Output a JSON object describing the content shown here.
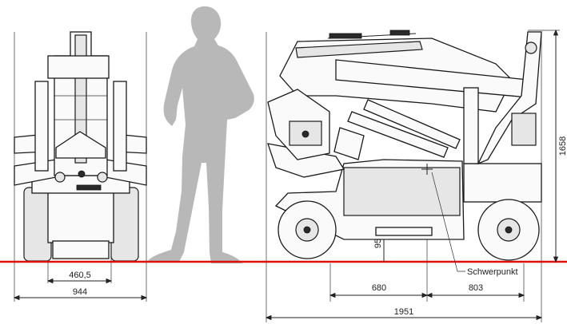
{
  "dimensions": {
    "front_track": "460,5",
    "front_width": "944",
    "cog_front": "680",
    "cog_rear": "803",
    "length": "1951",
    "height": "1658",
    "cog_height": "95"
  },
  "labels": {
    "center_of_gravity": "Schwerpunkt"
  },
  "colors": {
    "ground_line": "#e01010",
    "silhouette": "#b8b8b8",
    "line": "#1a1a1a"
  }
}
